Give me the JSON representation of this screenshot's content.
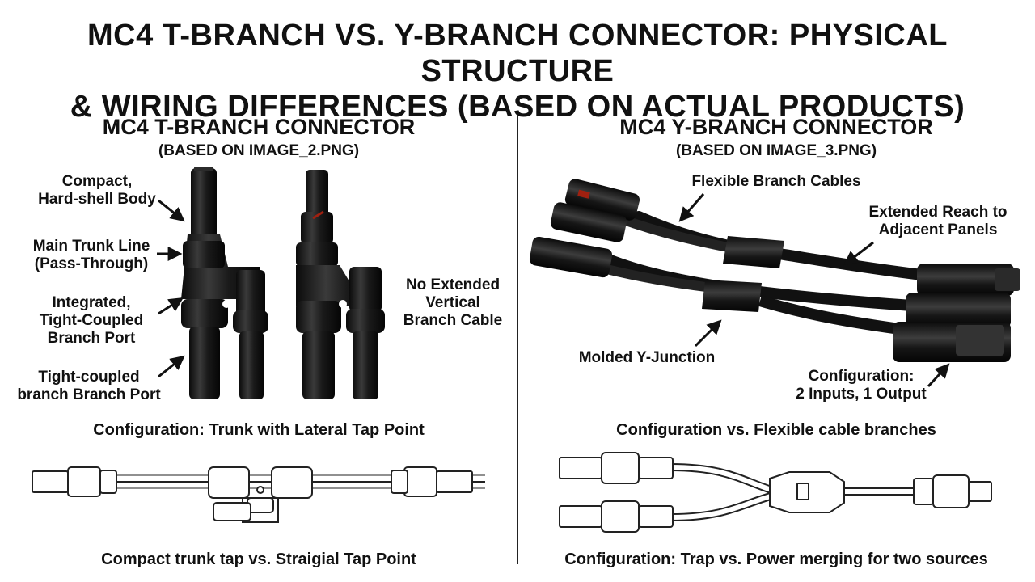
{
  "title": {
    "line1": "MC4 T-BRANCH VS. Y-BRANCH CONNECTOR: PHYSICAL STRUCTURE",
    "line2": "& WIRING DIFFERENCES (BASED ON ACTUAL PRODUCTS)"
  },
  "t_branch": {
    "heading": "MC4 T-BRANCH CONNECTOR",
    "subheading": "(BASED ON IMAGE_2.PNG)",
    "labels": {
      "body_1": "Compact,",
      "body_2": "Hard-shell Body",
      "trunk_1": "Main Trunk Line",
      "trunk_2": "(Pass-Through)",
      "integrated_1": "Integrated,",
      "integrated_2": "Tight-Coupled",
      "integrated_3": "Branch Port",
      "tight_1": "Tight-coupled",
      "tight_2": "branch Branch Port",
      "noext_1": "No Extended",
      "noext_2": "Vertical",
      "noext_3": "Branch Cable"
    },
    "config_caption": "Configuration: Trunk with Lateral Tap Point",
    "bottom_caption": "Compact trunk tap vs. Straigial Tap Point"
  },
  "y_branch": {
    "heading": "MC4 Y-BRANCH CONNECTOR",
    "subheading": "(BASED ON IMAGE_3.PNG)",
    "labels": {
      "flex": "Flexible Branch Cables",
      "reach_1": "Extended Reach to",
      "reach_2": "Adjacent Panels",
      "molded": "Molded Y-Junction",
      "config_1": "Configuration:",
      "config_2": "2 Inputs, 1 Output"
    },
    "config_caption": "Configuration vs. Flexible cable branches",
    "bottom_caption": "Configuration: Trap vs. Power merging for two sources"
  }
}
